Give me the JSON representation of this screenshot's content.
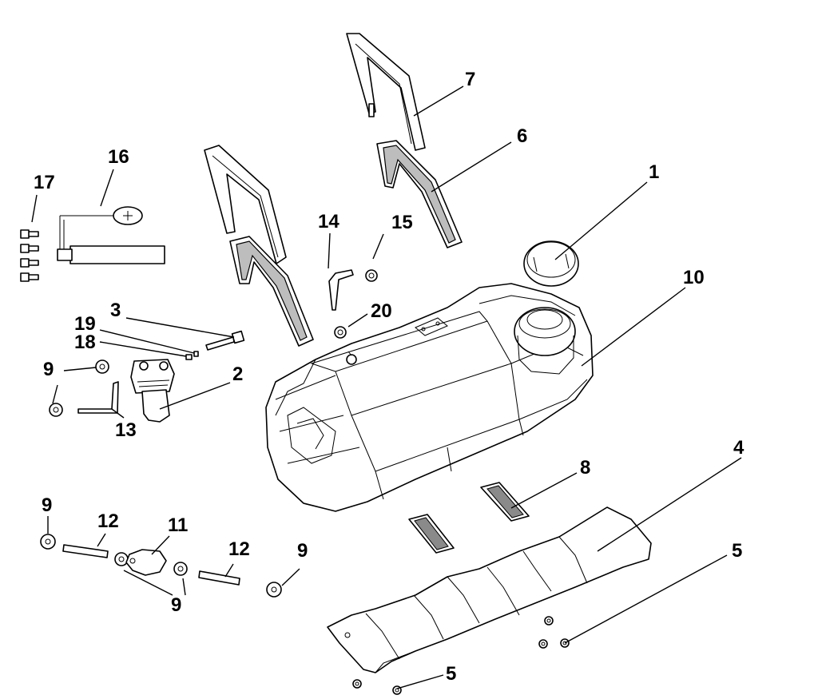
{
  "callouts": [
    {
      "id": "c1",
      "label": "1"
    },
    {
      "id": "c2",
      "label": "2"
    },
    {
      "id": "c3",
      "label": "3"
    },
    {
      "id": "c4",
      "label": "4"
    },
    {
      "id": "c5a",
      "label": "5"
    },
    {
      "id": "c5b",
      "label": "5"
    },
    {
      "id": "c6",
      "label": "6"
    },
    {
      "id": "c7",
      "label": "7"
    },
    {
      "id": "c8",
      "label": "8"
    },
    {
      "id": "c9a",
      "label": "9"
    },
    {
      "id": "c9b",
      "label": "9"
    },
    {
      "id": "c9c",
      "label": "9"
    },
    {
      "id": "c9d",
      "label": "9"
    },
    {
      "id": "c10",
      "label": "10"
    },
    {
      "id": "c11",
      "label": "11"
    },
    {
      "id": "c12a",
      "label": "12"
    },
    {
      "id": "c12b",
      "label": "12"
    },
    {
      "id": "c13",
      "label": "13"
    },
    {
      "id": "c14",
      "label": "14"
    },
    {
      "id": "c15",
      "label": "15"
    },
    {
      "id": "c16",
      "label": "16"
    },
    {
      "id": "c17",
      "label": "17"
    },
    {
      "id": "c18",
      "label": "18"
    },
    {
      "id": "c19",
      "label": "19"
    },
    {
      "id": "c20",
      "label": "20"
    }
  ]
}
